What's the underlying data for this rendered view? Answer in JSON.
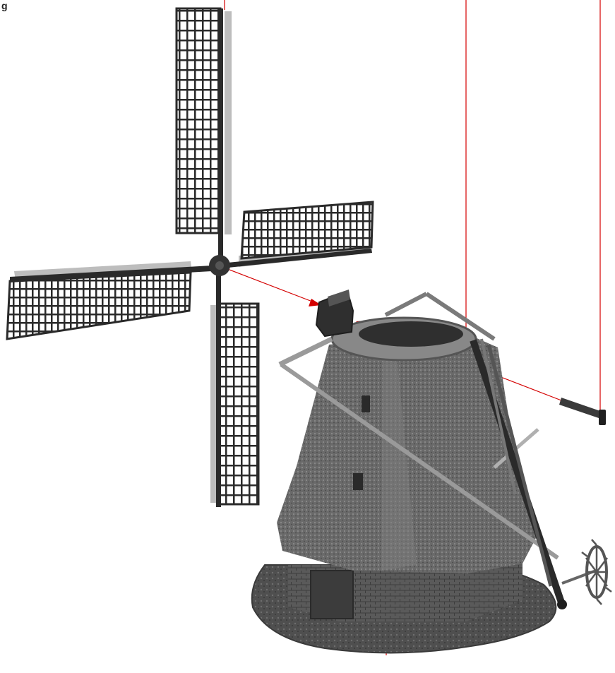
{
  "figure": {
    "label": "g",
    "leader_color": "#d40000",
    "parts": [
      {
        "id": "sail-blade-top",
        "desc_icon": "sail-blade-icon"
      },
      {
        "id": "sail-blade-right",
        "desc_icon": "sail-blade-icon"
      },
      {
        "id": "sail-blade-left",
        "desc_icon": "sail-blade-icon"
      },
      {
        "id": "sail-blade-bottom",
        "desc_icon": "sail-blade-icon"
      },
      {
        "id": "sail-hub",
        "desc_icon": "hub-icon"
      },
      {
        "id": "cap-bearing",
        "desc_icon": "bearing-block-icon"
      },
      {
        "id": "cap-ring",
        "desc_icon": "ring-icon"
      },
      {
        "id": "axle-pin",
        "desc_icon": "pin-icon"
      },
      {
        "id": "tower",
        "desc_icon": "mill-tower-icon"
      },
      {
        "id": "tail-pole",
        "desc_icon": "tail-pole-icon"
      },
      {
        "id": "winch-wheel",
        "desc_icon": "winch-wheel-icon"
      },
      {
        "id": "base",
        "desc_icon": "base-plate-icon"
      }
    ]
  }
}
